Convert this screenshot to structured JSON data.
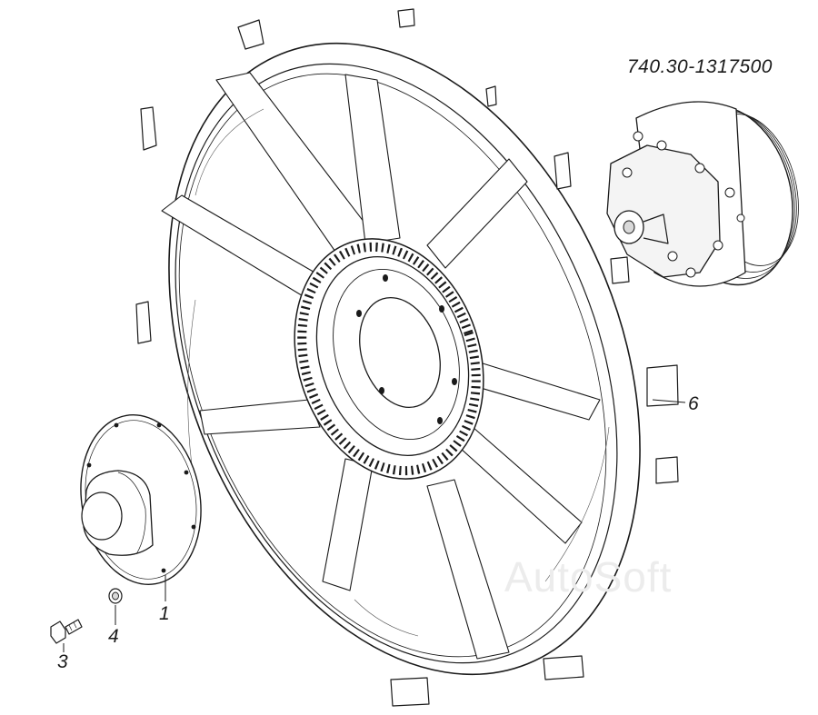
{
  "assembly_number": "740.30-1317500",
  "callouts": {
    "fan": "6",
    "cover": "1",
    "washer": "4",
    "bolt": "3"
  },
  "watermark": "AutoSoft",
  "colors": {
    "line": "#1a1a1a",
    "shade": "#d9d9d9",
    "light_shade": "#efefef",
    "watermark": "#ececec"
  }
}
